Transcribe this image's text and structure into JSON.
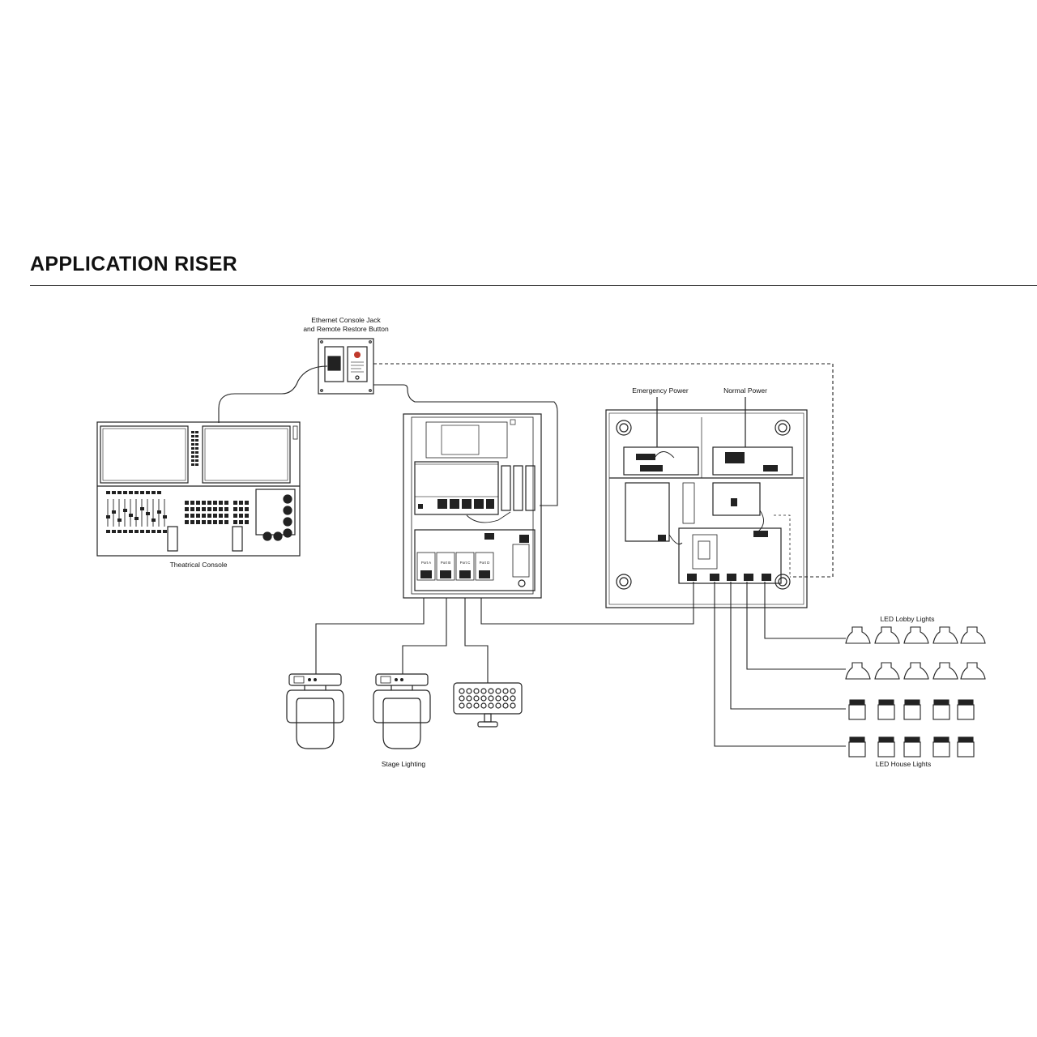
{
  "title": "APPLICATION RISER",
  "labels": {
    "jack_line1": "Ethernet Console Jack",
    "jack_line2": "and Remote Restore Button",
    "theatrical_console": "Theatrical Console",
    "emergency_power": "Emergency Power",
    "normal_power": "Normal Power",
    "led_lobby_lights": "LED Lobby Lights",
    "led_house_lights": "LED House Lights",
    "stage_lighting": "Stage Lighting",
    "port_a": "Port A",
    "port_b": "Port B",
    "port_c": "Port C",
    "port_d": "Port D"
  }
}
